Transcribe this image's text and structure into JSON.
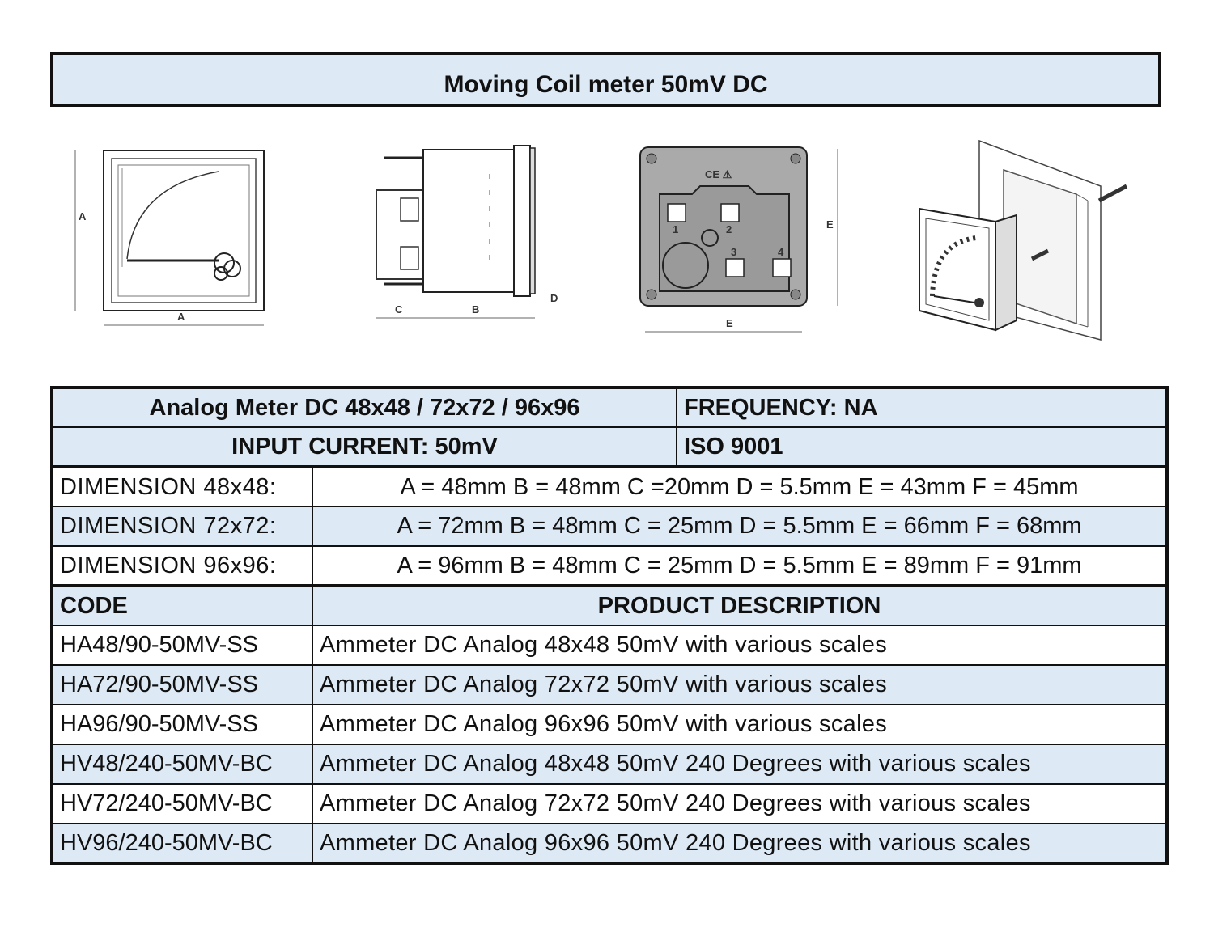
{
  "title": "Moving Coil meter 50mV DC",
  "diagram_labels": {
    "front": {
      "side": "A",
      "bottom": "A"
    },
    "side": {
      "c": "C",
      "b": "B",
      "d": "D"
    },
    "back": {
      "side": "E",
      "bottom": "E",
      "ce": "CE ⚠",
      "terminals": [
        "1",
        "2",
        "3",
        "4"
      ]
    }
  },
  "header": {
    "product": "Analog Meter DC 48x48 / 72x72 / 96x96",
    "frequency": "FREQUENCY: NA",
    "input": "INPUT CURRENT: 50mV",
    "iso": "ISO 9001"
  },
  "dimensions": [
    {
      "label": "DIMENSION 48x48:",
      "value": "A = 48mm B = 48mm C =20mm  D = 5.5mm E = 43mm F = 45mm"
    },
    {
      "label": "DIMENSION 72x72:",
      "value": "A = 72mm B = 48mm C = 25mm  D = 5.5mm E = 66mm F = 68mm"
    },
    {
      "label": "DIMENSION 96x96:",
      "value": "A = 96mm B = 48mm C = 25mm  D = 5.5mm E = 89mm F = 91mm"
    }
  ],
  "products_header": {
    "code": "CODE",
    "description": "PRODUCT DESCRIPTION"
  },
  "products": [
    {
      "code": "HA48/90-50MV-SS",
      "description": "Ammeter DC Analog 48x48 50mV with various scales"
    },
    {
      "code": "HA72/90-50MV-SS",
      "description": "Ammeter DC Analog 72x72 50mV with various scales"
    },
    {
      "code": "HA96/90-50MV-SS",
      "description": "Ammeter DC Analog 96x96 50mV with various scales"
    },
    {
      "code": "HV48/240-50MV-BC",
      "description": "Ammeter DC Analog 48x48 50mV 240 Degrees with various scales"
    },
    {
      "code": "HV72/240-50MV-BC",
      "description": "Ammeter DC Analog 72x72 50mV 240 Degrees with various scales"
    },
    {
      "code": "HV96/240-50MV-BC",
      "description": "Ammeter DC Analog 96x96 50mV 240 Degrees with various scales"
    }
  ]
}
